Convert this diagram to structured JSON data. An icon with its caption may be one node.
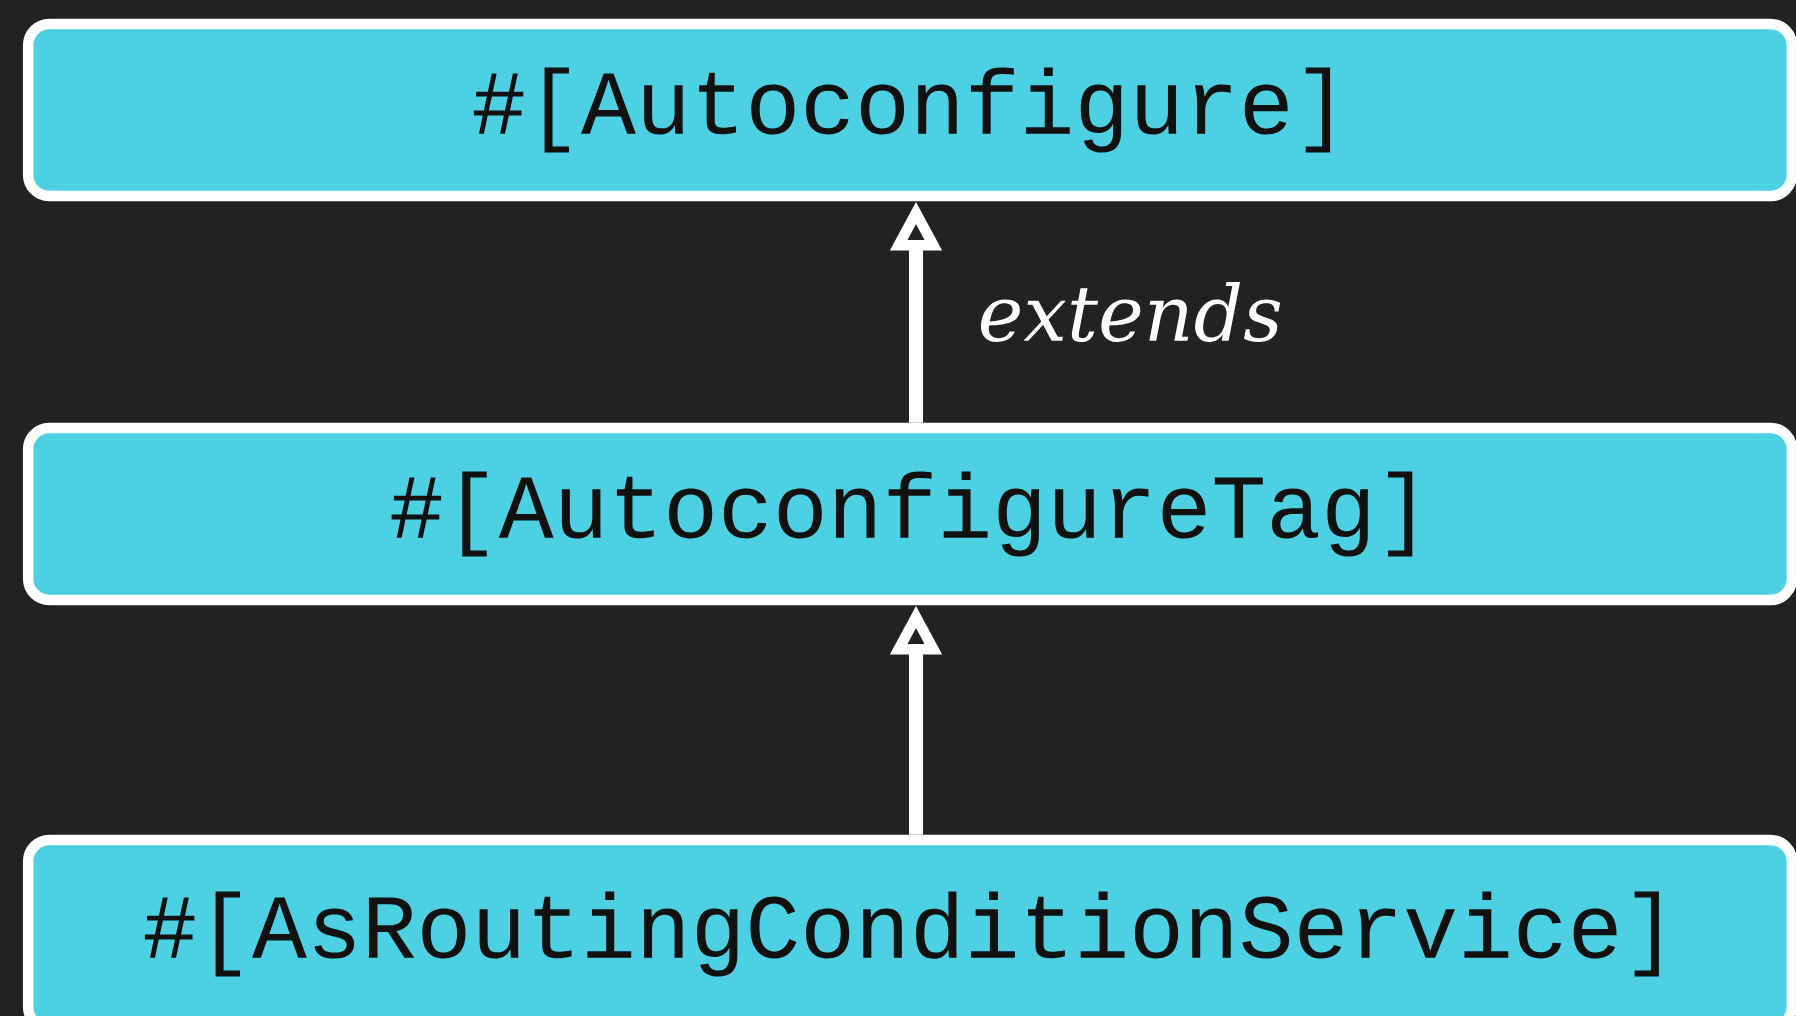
{
  "diagram": {
    "nodes": [
      {
        "text": [
          "#[Autoconfigure]"
        ]
      },
      {
        "text": [
          "#[AutoconfigureTag]"
        ]
      },
      {
        "text": [
          "#[AsRoutingConditionService]"
        ]
      }
    ],
    "edges": [
      {
        "from": 1,
        "to": 0,
        "arrow": "to",
        "label": "extends"
      },
      {
        "from": 2,
        "to": 1,
        "arrow": "to"
      }
    ]
  }
}
